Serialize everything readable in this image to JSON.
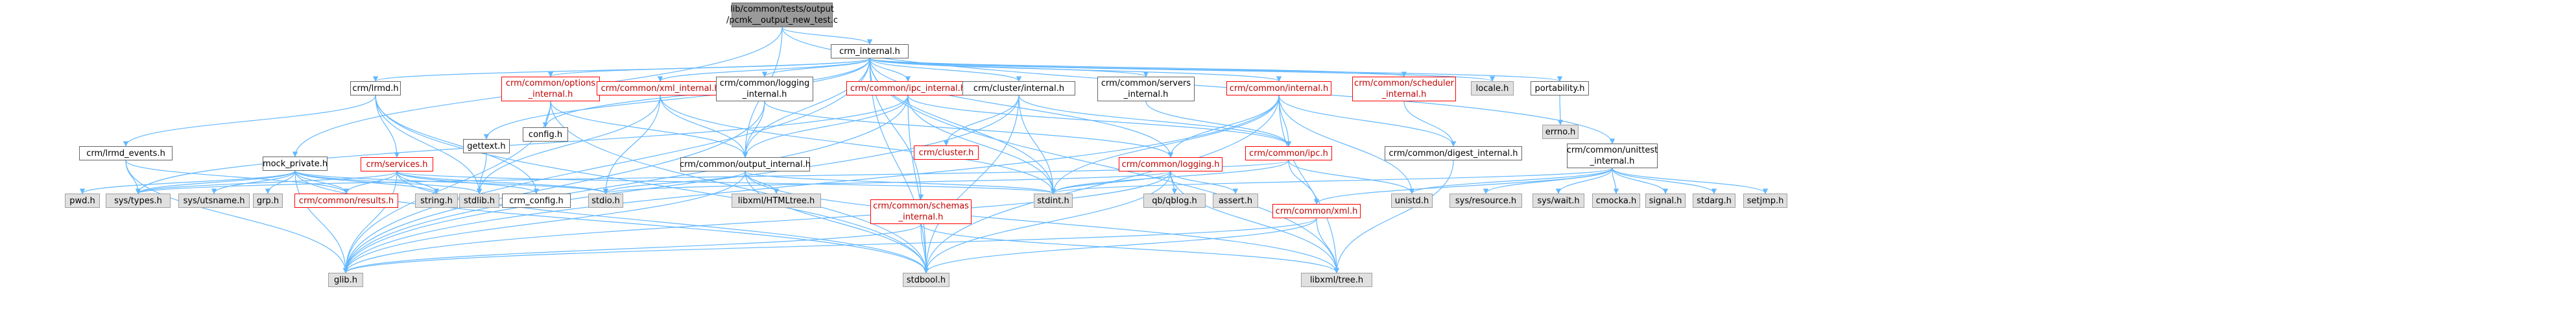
{
  "colors": {
    "edge": "#63b8ff",
    "node_border": "#666666",
    "root_fill": "#9a9a9a",
    "sys_fill": "#e0e0e0",
    "incomplete_border": "#ff0000"
  },
  "nodes": {
    "root": "lib/common/tests/output\n/pcmk__output_new_test.c",
    "crm_internal": "crm_internal.h",
    "mock_private": "mock_private.h",
    "crm_common_output_internal": "crm/common/output_internal.h",
    "crm_common_unittest_internal": "crm/common/unittest\n_internal.h",
    "crm_lrmd": "crm/lrmd.h",
    "gettext": "gettext.h",
    "config": "config.h",
    "crm_common_options_internal": "crm/common/options\n_internal.h",
    "crm_common_xml_internal": "crm/common/xml_internal.h",
    "crm_common_logging_internal": "crm/common/logging\n_internal.h",
    "crm_common_ipc_internal": "crm/common/ipc_internal.h",
    "crm_cluster_internal": "crm/cluster/internal.h",
    "crm_common_servers_internal": "crm/common/servers\n_internal.h",
    "crm_common_internal": "crm/common/internal.h",
    "crm_common_scheduler_internal": "crm/common/scheduler\n_internal.h",
    "locale": "locale.h",
    "portability": "portability.h",
    "errno": "errno.h",
    "crm_lrmd_events": "crm/lrmd_events.h",
    "crm_services": "crm/services.h",
    "crm_cluster": "crm/cluster.h",
    "crm_common_logging": "crm/common/logging.h",
    "crm_common_ipc": "crm/common/ipc.h",
    "crm_common_digest_internal": "crm/common/digest_internal.h",
    "pwd": "pwd.h",
    "sys_types": "sys/types.h",
    "sys_utsname": "sys/utsname.h",
    "grp": "grp.h",
    "crm_common_results": "crm/common/results.h",
    "string": "string.h",
    "stdlib": "stdlib.h",
    "crm_config": "crm_config.h",
    "stdio": "stdio.h",
    "libxml_HTMLtree": "libxml/HTMLtree.h",
    "crm_common_schemas_internal": "crm/common/schemas\n_internal.h",
    "stdint": "stdint.h",
    "qb_qblog": "qb/qblog.h",
    "assert": "assert.h",
    "crm_common_xml": "crm/common/xml.h",
    "unistd": "unistd.h",
    "sys_resource": "sys/resource.h",
    "sys_wait": "sys/wait.h",
    "cmocka": "cmocka.h",
    "signal": "signal.h",
    "stdarg": "stdarg.h",
    "setjmp": "setjmp.h",
    "glib": "glib.h",
    "stdbool": "stdbool.h",
    "libxml_tree": "libxml/tree.h"
  }
}
